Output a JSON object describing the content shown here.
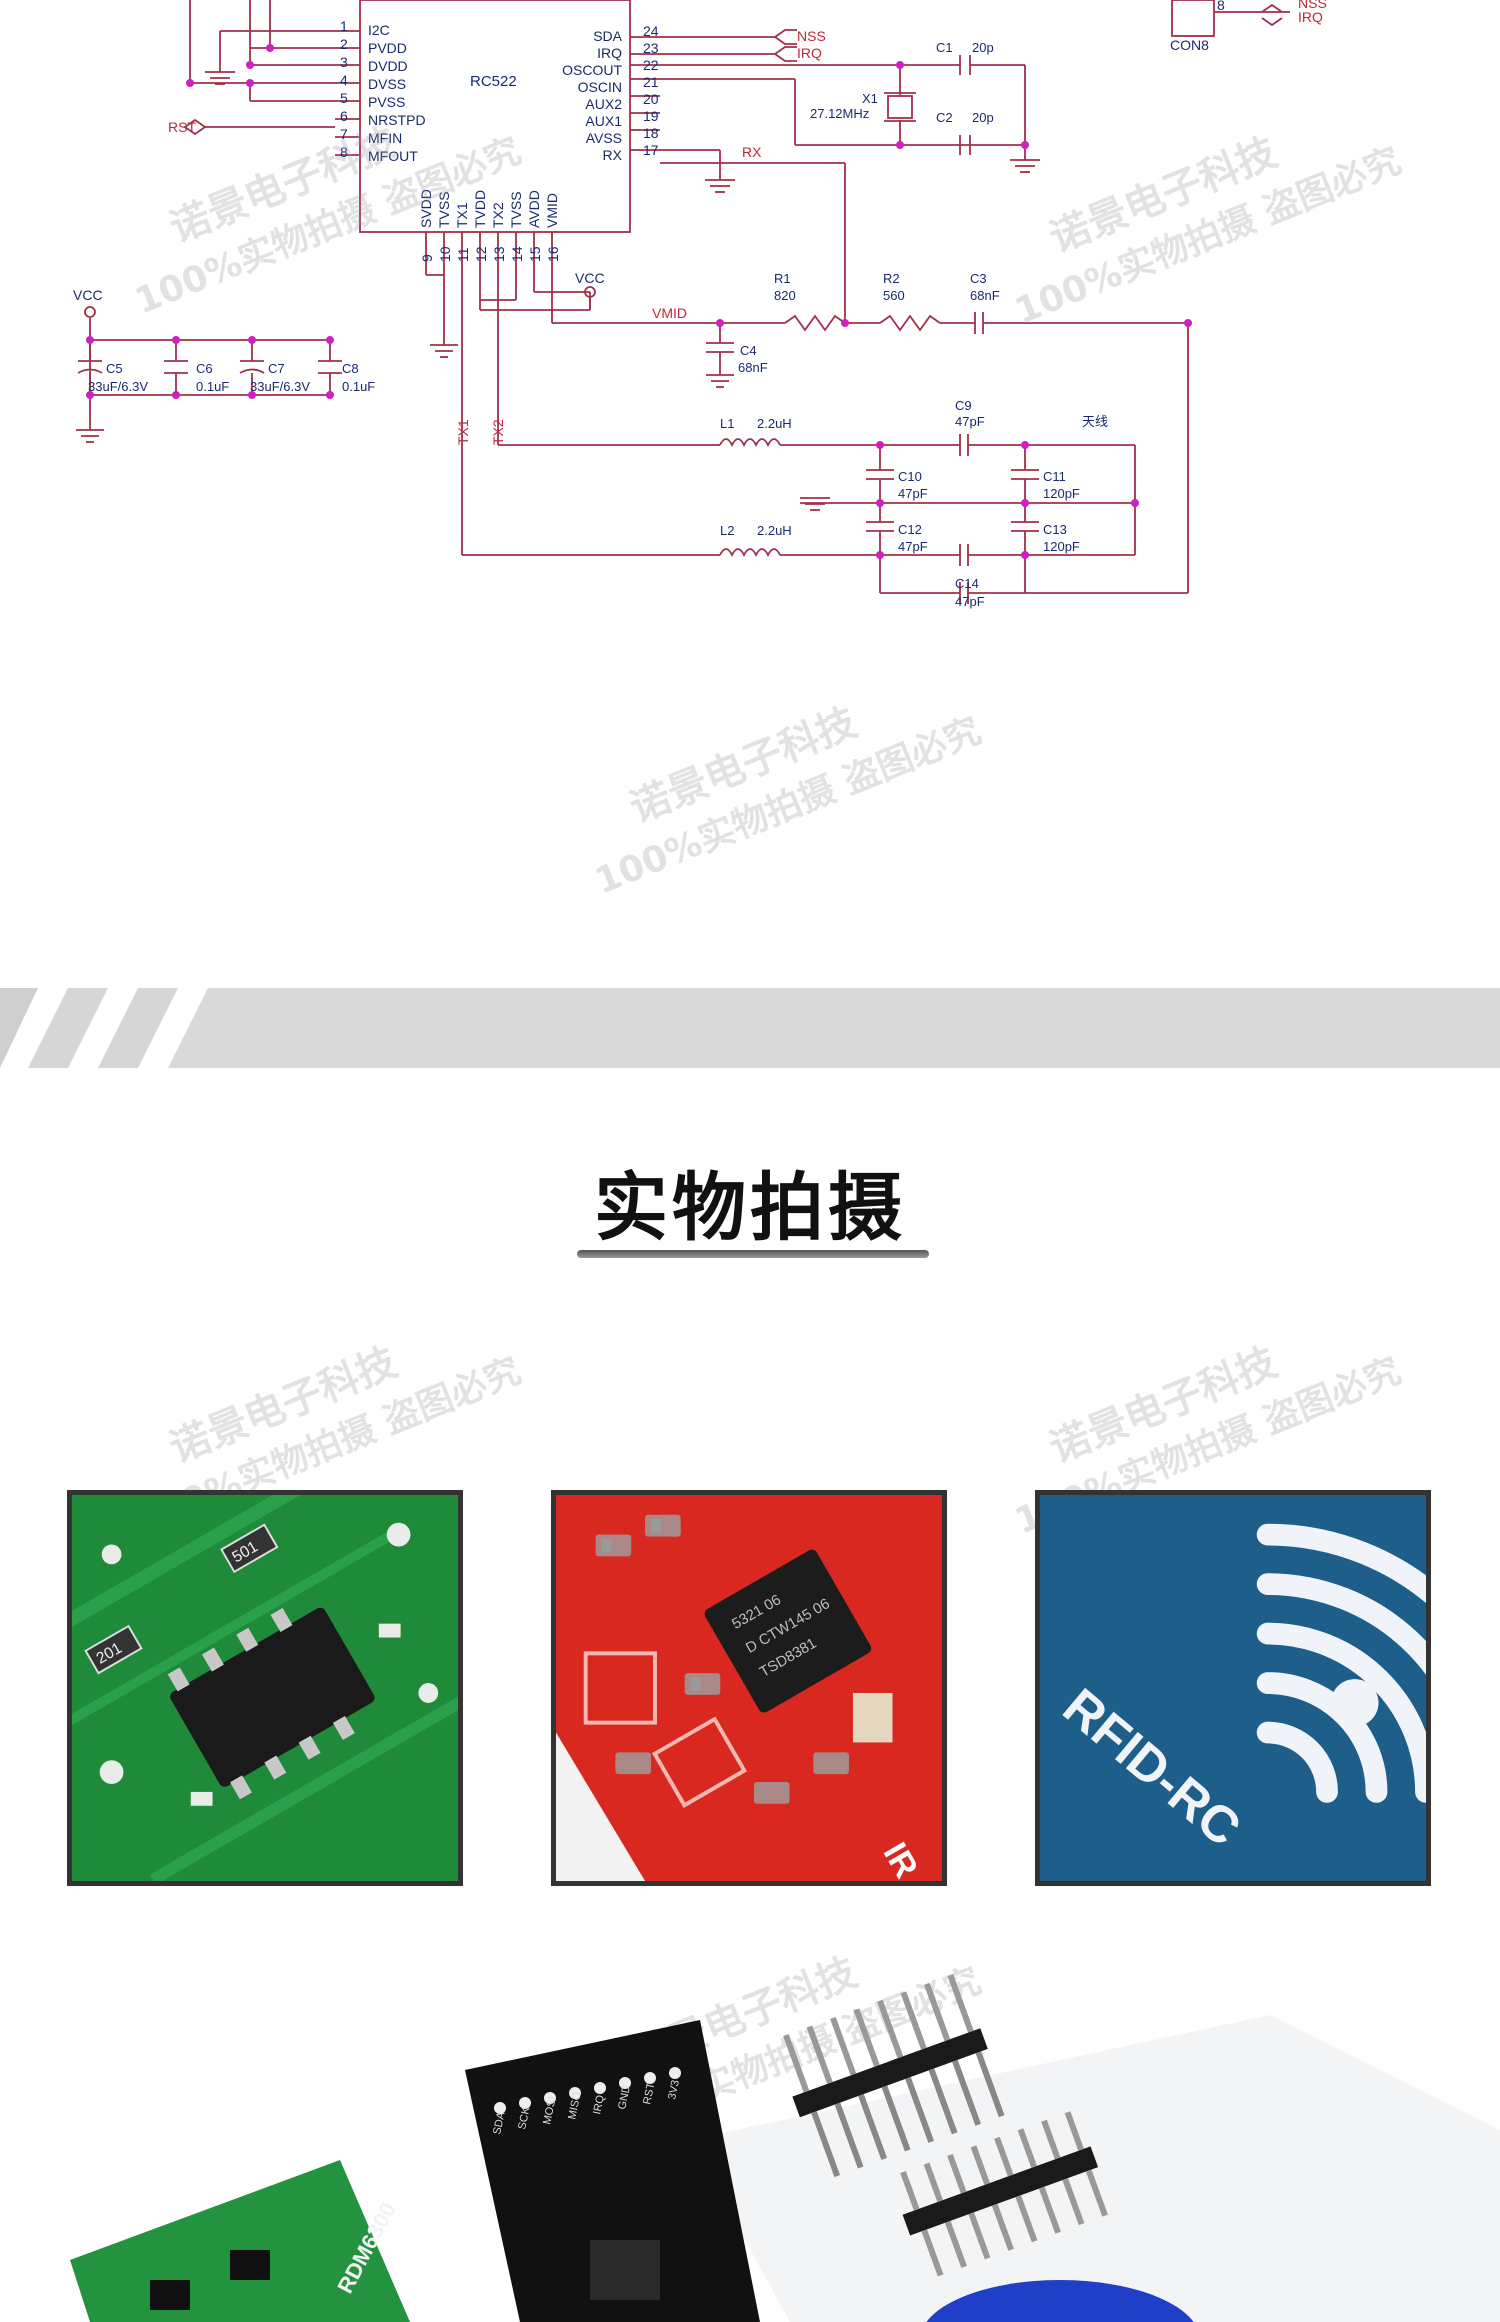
{
  "schematic": {
    "ic_name": "RC522",
    "left_pins": [
      {
        "num": "1",
        "name": "I2C"
      },
      {
        "num": "2",
        "name": "PVDD"
      },
      {
        "num": "3",
        "name": "DVDD"
      },
      {
        "num": "4",
        "name": "DVSS"
      },
      {
        "num": "5",
        "name": "PVSS"
      },
      {
        "num": "6",
        "name": "NRSTPD"
      },
      {
        "num": "7",
        "name": "MFIN"
      },
      {
        "num": "8",
        "name": "MFOUT"
      }
    ],
    "right_pins": [
      {
        "num": "24",
        "name": "SDA"
      },
      {
        "num": "23",
        "name": "IRQ"
      },
      {
        "num": "22",
        "name": "OSCOUT"
      },
      {
        "num": "21",
        "name": "OSCIN"
      },
      {
        "num": "20",
        "name": "AUX2"
      },
      {
        "num": "19",
        "name": "AUX1"
      },
      {
        "num": "18",
        "name": "AVSS"
      },
      {
        "num": "17",
        "name": "RX"
      }
    ],
    "bottom_pins": [
      {
        "num": "9",
        "name": "SVDD"
      },
      {
        "num": "10",
        "name": "TVSS"
      },
      {
        "num": "11",
        "name": "TX1"
      },
      {
        "num": "12",
        "name": "TVDD"
      },
      {
        "num": "13",
        "name": "TX2"
      },
      {
        "num": "14",
        "name": "TVSS"
      },
      {
        "num": "15",
        "name": "AVDD"
      },
      {
        "num": "16",
        "name": "VMID"
      }
    ],
    "net_labels": {
      "nss": "NSS",
      "irq": "IRQ",
      "rst": "RST",
      "rx": "RX",
      "vmid": "VMID",
      "vcc1": "VCC",
      "vcc2": "VCC",
      "tx1": "TX1",
      "tx2": "TX2",
      "nss_con": "NSS",
      "irq_con": "IRQ",
      "con8": "CON8",
      "con_pin": "8"
    },
    "components": {
      "c1_ref": "C1",
      "c1_val": "20p",
      "c2_ref": "C2",
      "c2_val": "20p",
      "x1_ref": "X1",
      "x1_val": "27.12MHz",
      "r1_ref": "R1",
      "r1_val": "820",
      "r2_ref": "R2",
      "r2_val": "560",
      "c3_ref": "C3",
      "c3_val": "68nF",
      "c4_ref": "C4",
      "c4_val": "68nF",
      "c5_ref": "C5",
      "c5_val": "33uF/6.3V",
      "c6_ref": "C6",
      "c6_val": "0.1uF",
      "c7_ref": "C7",
      "c7_val": "33uF/6.3V",
      "c8_ref": "C8",
      "c8_val": "0.1uF",
      "l1_ref": "L1",
      "l1_val": "2.2uH",
      "l2_ref": "L2",
      "l2_val": "2.2uH",
      "c9_ref": "C9",
      "c9_val": "47pF",
      "c10_ref": "C10",
      "c10_val": "47pF",
      "c11_ref": "C11",
      "c11_val": "120pF",
      "c12_ref": "C12",
      "c12_val": "47pF",
      "c13_ref": "C13",
      "c13_val": "120pF",
      "c14_ref": "C14",
      "c14_val": "47pF",
      "antenna": "天线"
    }
  },
  "watermark": {
    "line1": "诺景电子科技",
    "line2": "100%实物拍摄 盗图必究"
  },
  "section": {
    "title": "实物拍摄"
  },
  "photos": {
    "chip1_marking": "201",
    "chip1_marking2": "501",
    "chip2_marking": "5321 06\nD CTW145\n06\nTSD8381",
    "chip2_marking_lines": [
      "5321 06",
      "D CTW145 06",
      "TSD8381"
    ],
    "red_board_text": "IR",
    "rfid_text": "RFID-RC",
    "bottom_green_text": "RDM6300",
    "pin_labels": [
      "SDA",
      "SCK",
      "MOSI",
      "MISO",
      "IRQ",
      "GND",
      "RST",
      "3V3"
    ]
  },
  "colors": {
    "schematic_line": "#a0304a",
    "schematic_text": "#1a2a6e",
    "net_label": "#c0273a",
    "junction": "#d020c0",
    "pcb_green": "#1f8a3a",
    "pcb_red": "#d8281f",
    "rfid_blue": "#1d5f8a"
  }
}
